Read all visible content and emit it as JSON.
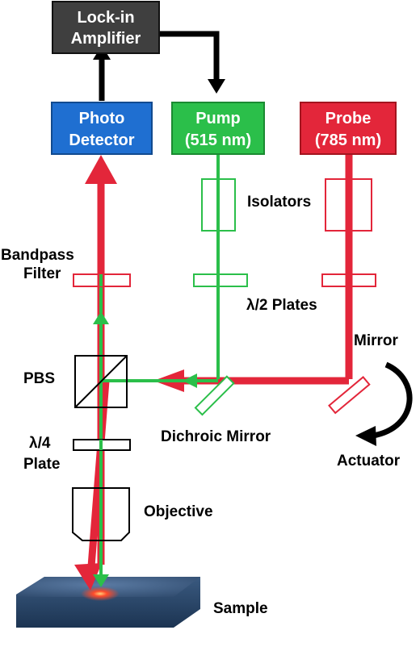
{
  "boxes": {
    "lockin": {
      "line1": "Lock-in",
      "line2": "Amplifier",
      "color": "#3f3f3f"
    },
    "detector": {
      "line1": "Photo",
      "line2": "Detector",
      "color": "#1f6fd1"
    },
    "pump": {
      "line1": "Pump",
      "line2": "(515 nm)",
      "color": "#2bbf4a"
    },
    "probe": {
      "line1": "Probe",
      "line2": "(785 nm)",
      "color": "#e3263a"
    }
  },
  "labels": {
    "isolators": "Isolators",
    "bandpass_line1": "Bandpass",
    "bandpass_line2": "Filter",
    "half_wave_plates": "λ/2 Plates",
    "mirror": "Mirror",
    "pbs": "PBS",
    "dichroic_mirror": "Dichroic Mirror",
    "quarter_wave_line1": "λ/4",
    "quarter_wave_line2": "Plate",
    "actuator": "Actuator",
    "objective": "Objective",
    "sample": "Sample"
  },
  "colors": {
    "probe_beam": "#e3263a",
    "pump_beam": "#2bbf4a",
    "signal_arrow": "#000000",
    "sample_top": "#2d4a6e"
  }
}
